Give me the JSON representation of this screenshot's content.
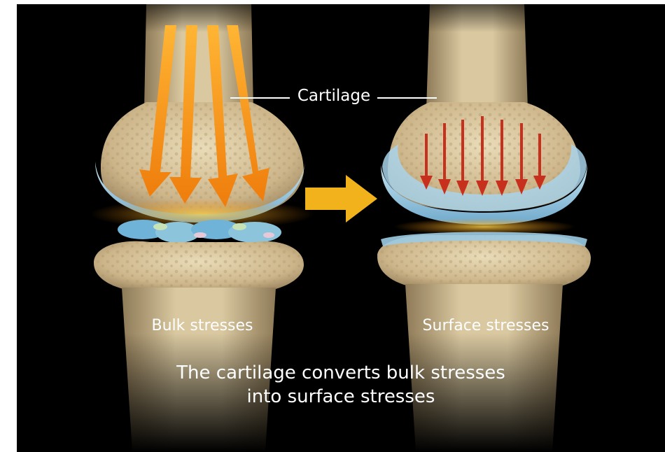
{
  "labels": {
    "top": "Cartilage",
    "left": "Bulk stresses",
    "right": "Surface stresses"
  },
  "caption": {
    "line1": "The cartilage converts bulk stresses",
    "line2": "into surface stresses"
  },
  "colors": {
    "background": "#000000",
    "bone": "#d8c49a",
    "cartilage": "#9ccbe3",
    "bulk_arrow": "#f5a11a",
    "surface_arrow": "#c6301c",
    "transition_arrow": "#f2b21b",
    "text": "#ffffff"
  },
  "icons": [
    "bulk-stress-arrow-icon",
    "surface-stress-arrow-icon",
    "transition-arrow-icon"
  ]
}
